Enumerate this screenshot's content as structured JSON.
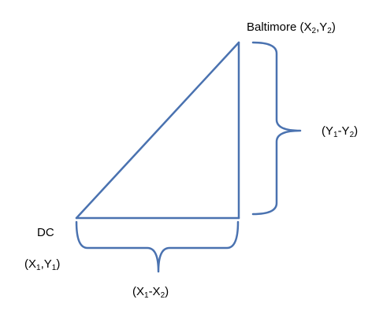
{
  "colors": {
    "stroke": "#4a72b0",
    "text": "#000000",
    "background": "#ffffff"
  },
  "labels": {
    "baltimore_name": "Baltimore",
    "baltimore_coords": {
      "open": " (X",
      "sub1": "2",
      "mid": ",Y",
      "sub2": "2",
      "close": ")"
    },
    "dc_name": "DC",
    "dc_coords": {
      "open": "(X",
      "sub1": "1",
      "mid": ",Y",
      "sub2": "1",
      "close": ")"
    },
    "y_difference": {
      "open": "(Y",
      "sub1": "1",
      "mid": "-Y",
      "sub2": "2",
      "close": ")"
    },
    "x_difference": {
      "open": "(X",
      "sub1": "1",
      "mid": "-X",
      "sub2": "2",
      "close": ")"
    }
  }
}
